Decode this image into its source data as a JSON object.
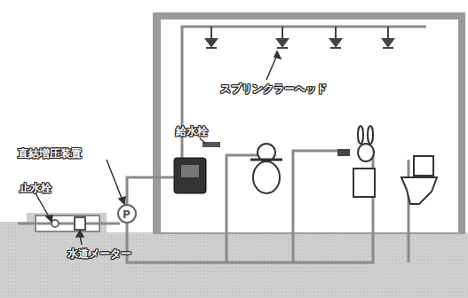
{
  "diagram": {
    "labels": [
      "スプリンクラーヘッド",
      "給水栓",
      "直結増圧装置",
      "止水栓",
      "水道メーター"
    ]
  }
}
